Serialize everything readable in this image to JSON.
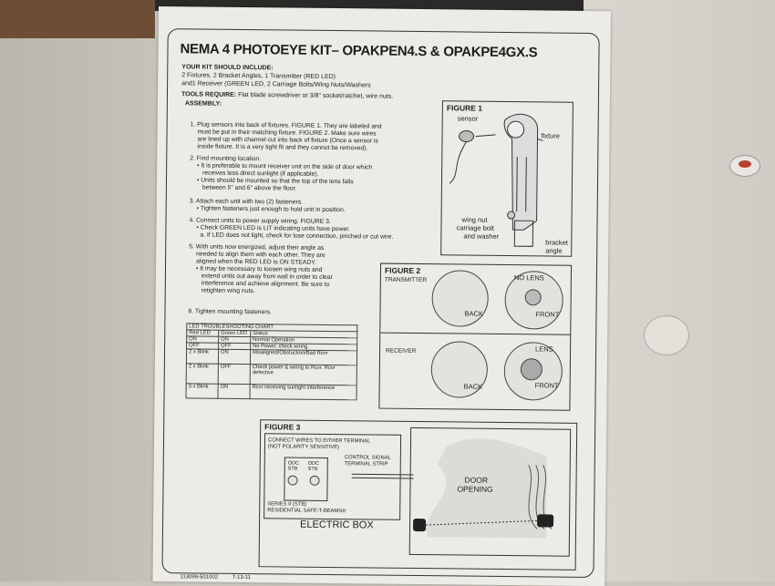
{
  "header": {
    "title": "NEMA 4 PHOTOEYE KIT– OPAKPEN4.S & OPAKPE4GX.S"
  },
  "kit": {
    "heading": "YOUR KIT SHOULD INCLUDE:",
    "line1": "2 Fixtures, 2 Bracket Angles, 1 Transmitter (RED LED)",
    "line2": "and1 Receiver (GREEN LED, 2 Carriage Bolts/Wing Nuts/Washers"
  },
  "tools": {
    "heading": "TOOLS REQUIRE:",
    "text": "Flat blade screwdriver or 3/8\" socket/ratchet, wire nuts."
  },
  "assembly": {
    "heading": "ASSEMBLY:",
    "s1a": "1. Plug sensors into back of fixtures. FIGURE 1. They are labeled and",
    "s1b": "must be put in their matching fixture. FIGURE 2. Make sure wires",
    "s1c": "are lined up with channel cut into back of fixture (Once a sensor is",
    "s1d": "inside fixture. It is a very tight fit and they cannot be removed).",
    "s2a": "2. Find mounting location.",
    "s2b": "• It is preferable to mount receiver unit on the side of door which",
    "s2c": "receives less direct sunlight (if applicable).",
    "s2d": "• Units should be mounted so that the top of the lens falls",
    "s2e": "between 5\" and 6\" above the floor.",
    "s3a": "3. Attach each unit with two (2) fasteners.",
    "s3b": "• Tighten fasteners just enough to hold unit in position.",
    "s4a": "4. Connect units to power supply wiring. FIGURE 3.",
    "s4b": "• Check GREEN LED is LIT indicating units have power.",
    "s4c": "a. If LED does not light, check for lose connection, pinched or cut wire.",
    "s5a": "5. With units now energized, adjust their angle as",
    "s5b": "needed to align them with each other. They are",
    "s5c": "aligned when the RED LED is ON STEADY.",
    "s5d": "• It may be necessary to loosen wing nuts and",
    "s5e": "extend units out away from wall in order to clear",
    "s5f": "interference and achieve alignment. Be sure to",
    "s5g": "retighten wing nuts.",
    "s6": "6. Tighten mounting fasteners."
  },
  "led_chart": {
    "title": "LED TROUBLESHOOTING CHART",
    "headers": [
      "Red LED",
      "Green LED",
      "Status"
    ],
    "rows": [
      [
        "ON",
        "ON",
        "Normal Operation"
      ],
      [
        "OFF",
        "OFF",
        "No Power, check wiring"
      ],
      [
        "2 x Blink",
        "ON",
        "Misaligned/Obstuction/Bad Rcvr"
      ],
      [
        "2 x Blink",
        "OFF",
        "Check power & wiring to Rcvr. Rcvr defective"
      ],
      [
        "3 x Blink",
        "ON",
        "Rcvr receiving sunlight interference"
      ]
    ]
  },
  "figure1": {
    "title": "FIGURE 1",
    "sensor": "sensor",
    "fixture": "fixture",
    "wing_nut": "wing nut",
    "carriage_bolt": "carriage bolt",
    "washer": "and washer",
    "bracket": "bracket",
    "angle": "angle"
  },
  "figure2": {
    "title": "FIGURE 2",
    "transmitter": "TRANSMITTER",
    "receiver": "RECEIVER",
    "no_lens": "NO LENS",
    "lens": "LENS",
    "back1": "BACK",
    "front1": "FRONT",
    "back2": "BACK",
    "front2": "FRONT"
  },
  "figure3": {
    "title": "FIGURE 3",
    "connect1": "CONNECT WIRES TO EITHER TERMINAL",
    "connect2": "(NOT POLARITY SENSITIVE)",
    "odc1": "ODC",
    "stb1": "STB",
    "odc2": "ODC",
    "stb2": "STB",
    "control1": "CONTROL SIGNAL",
    "control2": "TERMINAL STRIP",
    "series1": "SERIES II (STB)",
    "series2": "RESIDENTIAL SAFE-T-BEAMS®",
    "electric_box": "ELECTRIC BOX",
    "door1": "DOOR",
    "door2": "OPENING"
  },
  "footer": {
    "part": "113099-501002",
    "date": "7-13-11"
  }
}
